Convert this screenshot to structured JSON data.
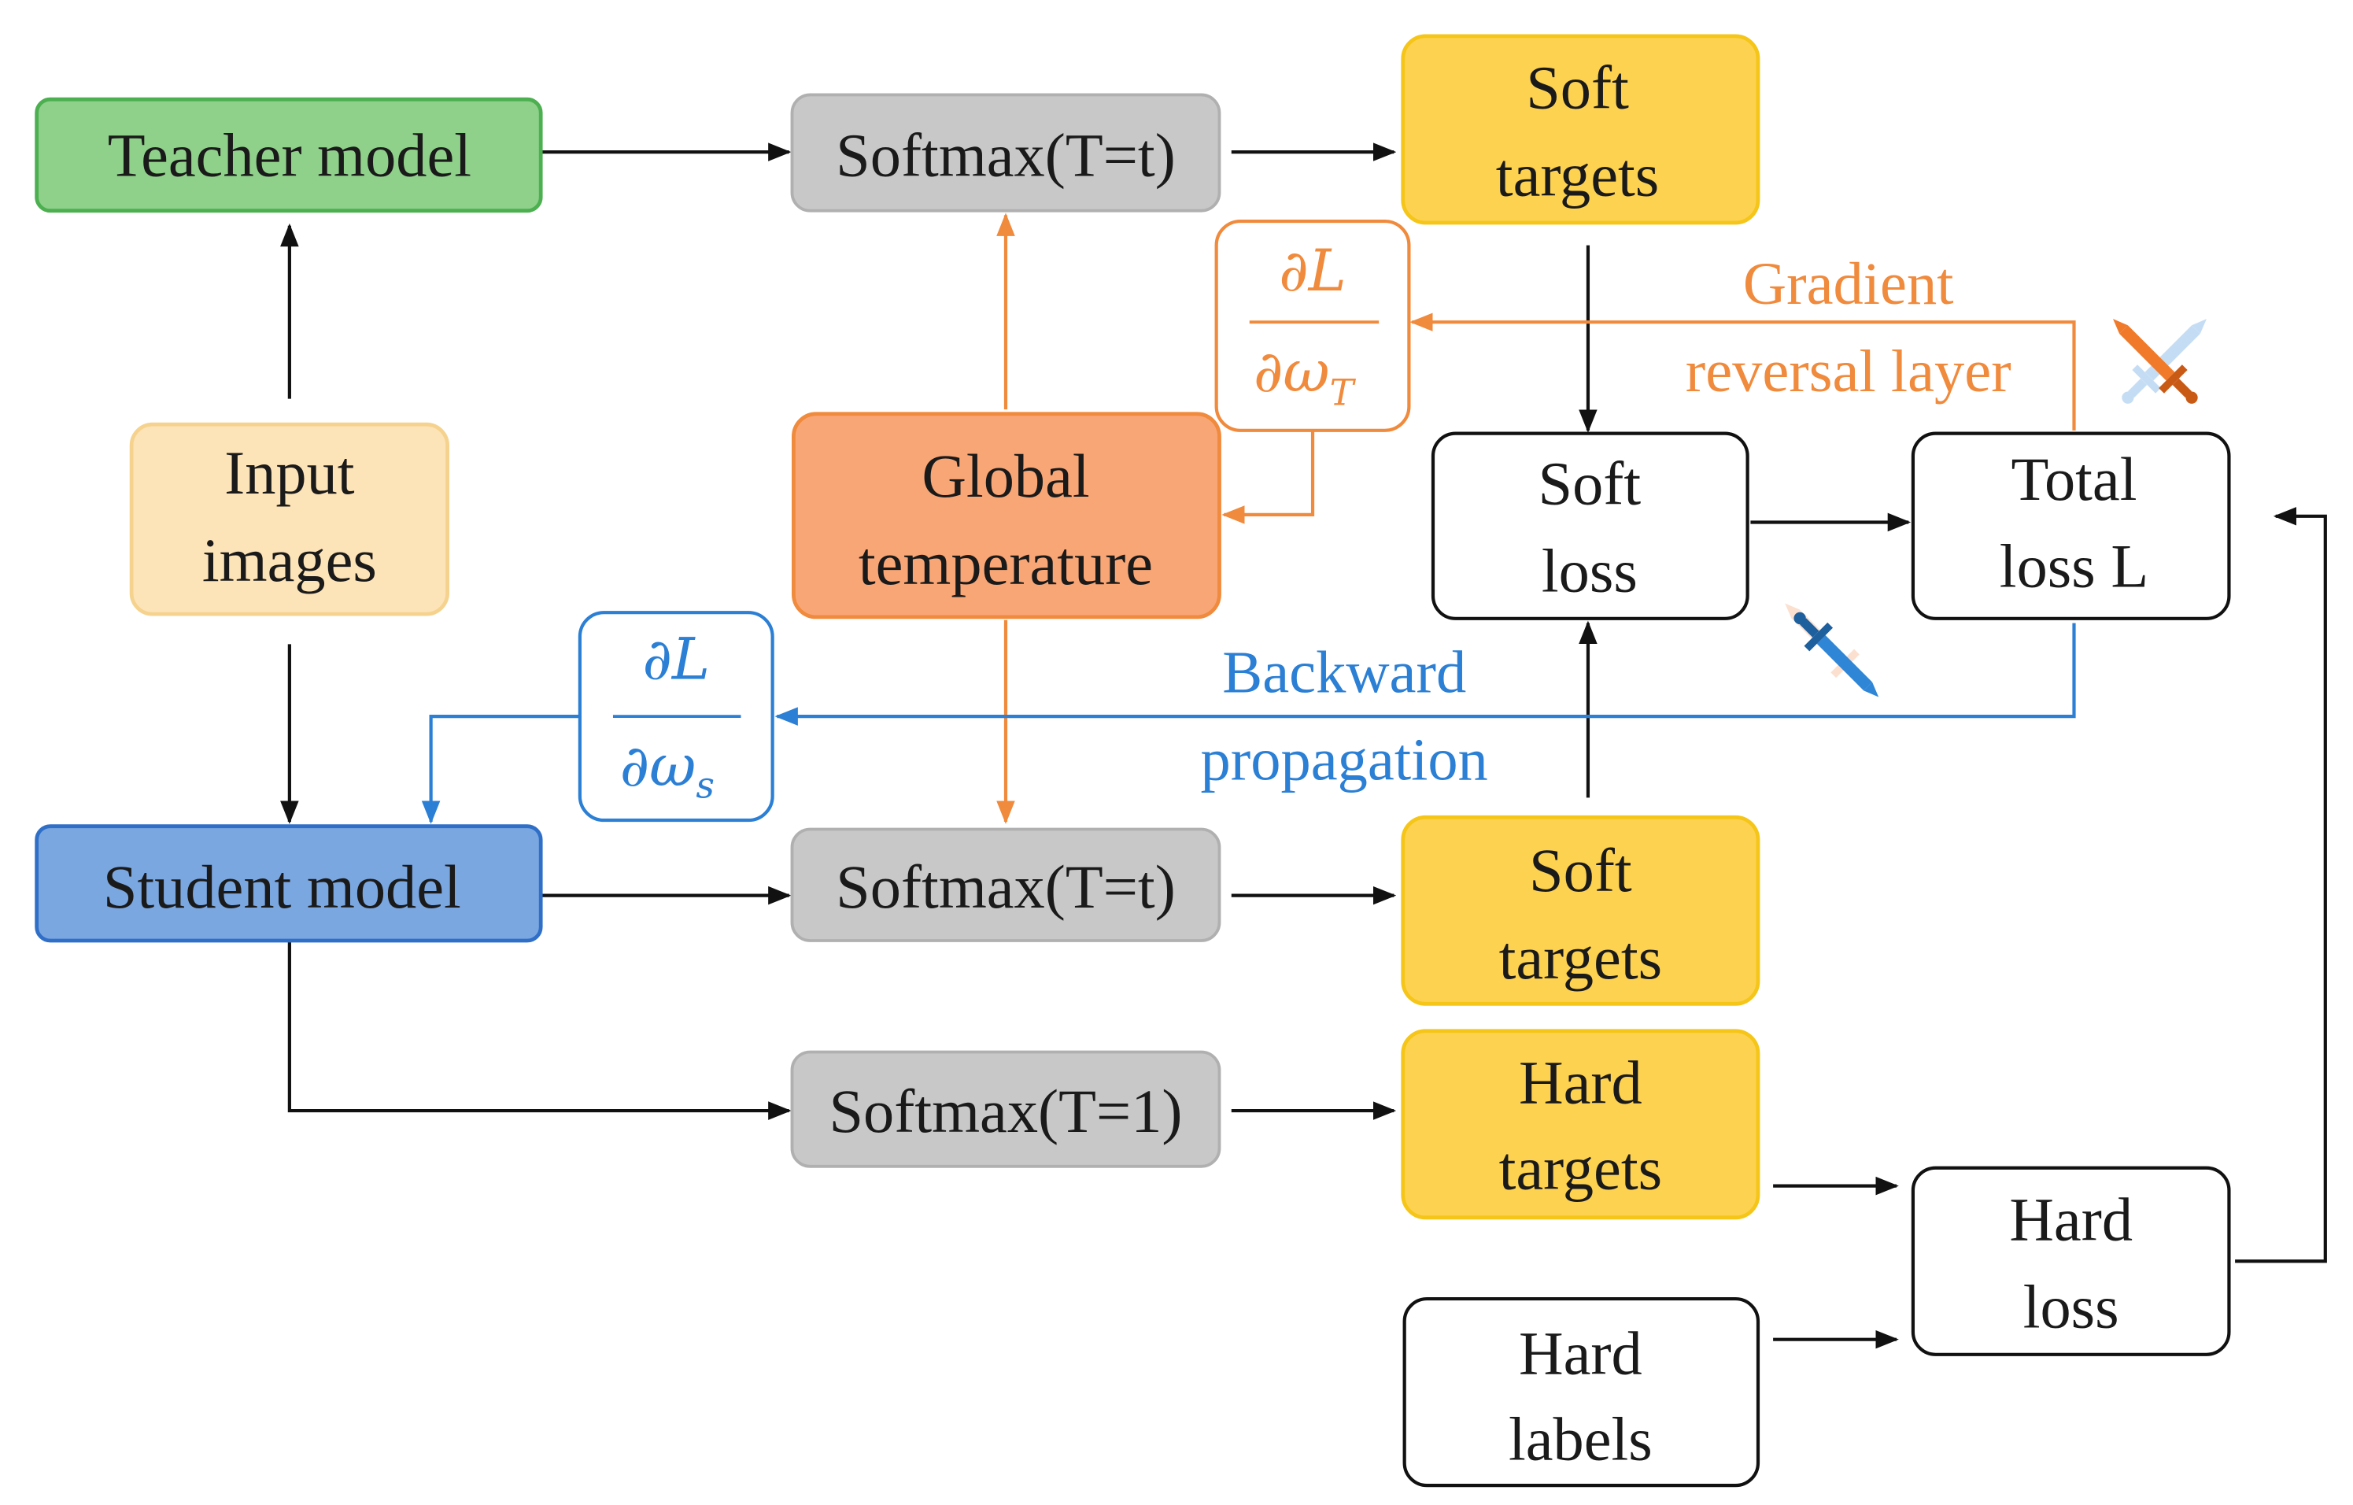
{
  "boxes": {
    "teacher_model": {
      "label": "Teacher model"
    },
    "input_images": {
      "lines": [
        "Input",
        "images"
      ]
    },
    "student_model": {
      "label": "Student model"
    },
    "softmax_teacher": {
      "label": "Softmax(T=t)"
    },
    "global_temperature": {
      "lines": [
        "Global",
        "temperature"
      ]
    },
    "softmax_student": {
      "label": "Softmax(T=t)"
    },
    "softmax_hard": {
      "label": "Softmax(T=1)"
    },
    "soft_targets_teacher": {
      "lines": [
        "Soft",
        "targets"
      ]
    },
    "soft_targets_student": {
      "lines": [
        "Soft",
        "targets"
      ]
    },
    "hard_targets": {
      "lines": [
        "Hard",
        "targets"
      ]
    },
    "hard_labels": {
      "lines": [
        "Hard",
        "labels"
      ]
    },
    "soft_loss": {
      "lines": [
        "Soft",
        "loss"
      ]
    },
    "total_loss": {
      "lines": [
        "Total",
        "loss L"
      ]
    },
    "hard_loss": {
      "lines": [
        "Hard",
        "loss"
      ]
    }
  },
  "gradients": {
    "temperature": {
      "numerator": "∂L",
      "denominator": "∂ω",
      "subscript": "T"
    },
    "student": {
      "numerator": "∂L",
      "denominator": "∂ω",
      "subscript": "s"
    }
  },
  "annotations": {
    "gradient_reversal": [
      "Gradient",
      "reversal layer"
    ],
    "backward_propagation": [
      "Backward",
      "propagation"
    ]
  },
  "colors": {
    "teacher_fill": "#8fd18a",
    "teacher_border": "#4caf50",
    "student_fill": "#7ba7e0",
    "student_border": "#2f6fc7",
    "input_fill": "#fde4b8",
    "input_border": "#f5d38e",
    "softmax_fill": "#c8c8c8",
    "softmax_border": "#b0b0b0",
    "temperature_fill": "#f9a676",
    "temperature_border": "#f08a3c",
    "targets_fill": "#fdd250",
    "targets_border": "#f5c518",
    "orange_line": "#f08a3c",
    "blue_line": "#2b7fd4"
  },
  "icons": [
    "sword-orange-icon",
    "sword-blue-icon"
  ]
}
